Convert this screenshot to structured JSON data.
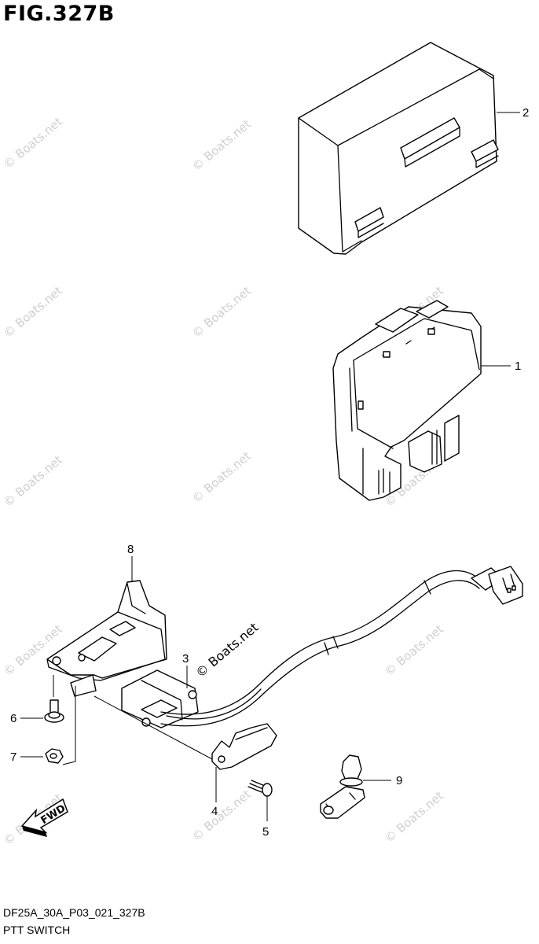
{
  "figure": {
    "title": "FIG.327B",
    "code": "DF25A_30A_P03_021_327B",
    "description": "PTT SWITCH"
  },
  "callouts": [
    "1",
    "2",
    "3",
    "4",
    "5",
    "6",
    "7",
    "8",
    "9"
  ],
  "watermark": "© Boats.net",
  "fwd_label": "FWD"
}
